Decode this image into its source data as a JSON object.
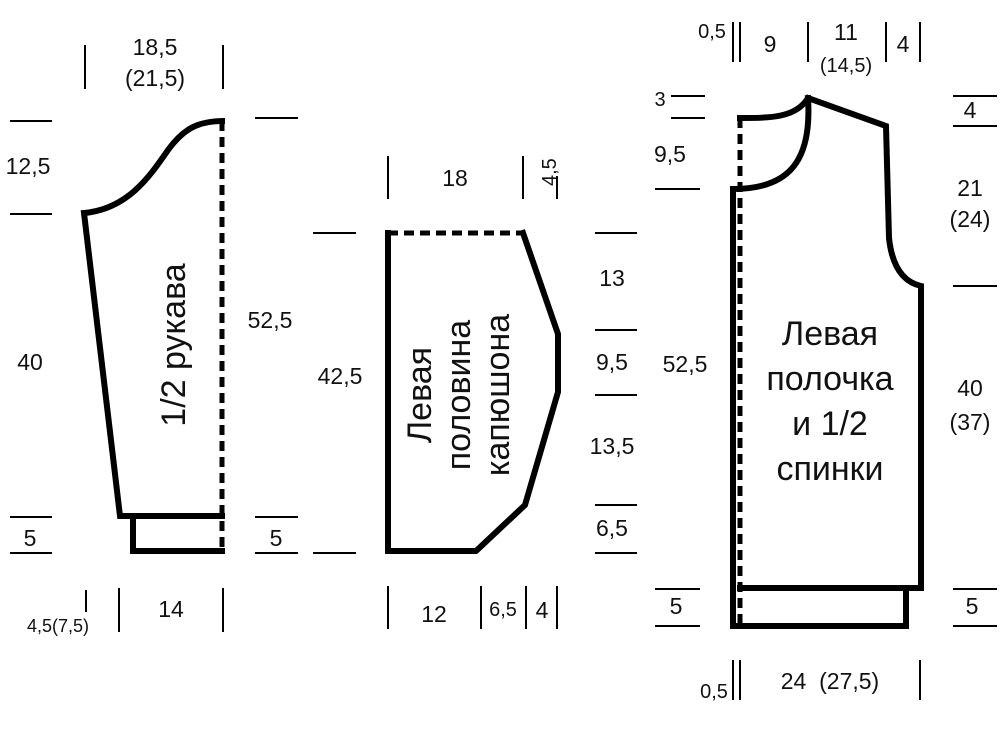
{
  "sleeve": {
    "title": "1/2 рукава",
    "top_width": "18,5",
    "top_width_alt": "(21,5)",
    "cap_height": "12,5",
    "body_length": "40",
    "total_length": "52,5",
    "cuff_left": "5",
    "cuff_right": "5",
    "offset": "4,5(7,5)",
    "bottom_width": "14"
  },
  "hood": {
    "title_line1": "Левая",
    "title_line2": "половина",
    "title_line3": "капюшона",
    "top_width": "18",
    "top_step": "4,5",
    "height": "42,5",
    "seg1": "13",
    "seg2": "9,5",
    "seg3": "13,5",
    "seg4": "6,5",
    "bottom_width": "12",
    "bottom_seg1": "6,5",
    "bottom_seg2": "4"
  },
  "front": {
    "title_line1": "Левая",
    "title_line2": "полочка",
    "title_line3": "и 1/2",
    "title_line4": "спинки",
    "top_offset": "0,5",
    "top_neck": "9",
    "top_shoulder": "11",
    "top_shoulder_alt": "(14,5)",
    "top_edge": "4",
    "neck_drop_small": "3",
    "neck_depth": "9,5",
    "left_height": "52,5",
    "left_band": "5",
    "right_shoulder_drop": "4",
    "armhole": "21",
    "armhole_alt": "(24)",
    "side_length": "40",
    "side_length_alt": "(37)",
    "right_band": "5",
    "bottom_offset": "0,5",
    "bottom_width": "24  (27,5)"
  }
}
